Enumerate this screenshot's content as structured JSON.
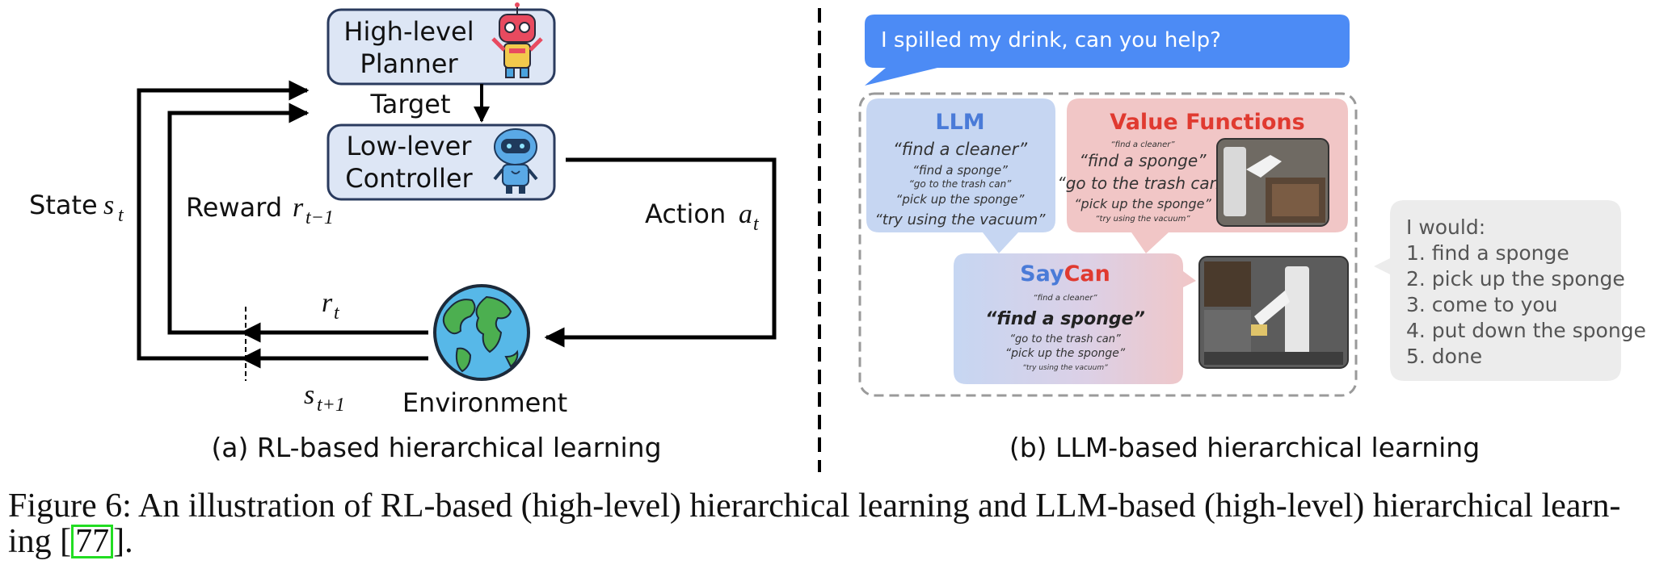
{
  "panel_a": {
    "planner_line1": "High-level",
    "planner_line2": "Planner",
    "target_label": "Target",
    "controller_line1": "Low-lever",
    "controller_line2": "Controller",
    "state_label": "State",
    "state_symbol": "s",
    "state_sub": "t",
    "reward_label": "Reward",
    "reward_symbol": "r",
    "reward_sub": "t−1",
    "action_label": "Action",
    "action_symbol": "a",
    "action_sub": "t",
    "r_symbol": "r",
    "r_sub": "t",
    "s_symbol": "s",
    "s_sub": "t+1",
    "environment_label": "Environment",
    "caption": "(a) RL-based hierarchical learning"
  },
  "panel_b": {
    "user_message": "I spilled my drink, can you help?",
    "llm": {
      "title": "LLM",
      "lines": [
        "“find a cleaner”",
        "“find a sponge”",
        "“go to the trash can”",
        "“pick up the sponge”",
        "“try using the vacuum”"
      ]
    },
    "value_functions": {
      "title": "Value Functions",
      "lines": [
        "“find a cleaner”",
        "“find a sponge”",
        "“go to the trash can”",
        "“pick up the sponge”",
        "“try using the vacuum”"
      ]
    },
    "saycan": {
      "title_say": "Say",
      "title_can": "Can",
      "lines": [
        "“find a cleaner”",
        "“find a sponge”",
        "“go to the trash can”",
        "“pick up the sponge”",
        "“try using the vacuum”"
      ]
    },
    "response": {
      "intro": "I would:",
      "steps": [
        "1. find a sponge",
        "2. pick up the sponge",
        "3. come to you",
        "4. put down the sponge",
        "5. done"
      ]
    },
    "caption": "(b) LLM-based hierarchical learning"
  },
  "figure_caption": {
    "text": "Figure 6: An illustration of RL-based (high-level) hierarchical learning and LLM-based (high-level) hierarchical learn-ing [",
    "citation": "77",
    "suffix": "]."
  },
  "colors": {
    "box_fill": "#dde6f5",
    "box_stroke": "#2a3b5e",
    "llm_blue": "#c6d6f2",
    "llm_title": "#4a7bd8",
    "value_pink": "#f1c6c6",
    "value_title": "#e03a30",
    "user_bubble": "#4c8bf5",
    "response_gray": "#ececec",
    "citation_border": "#22dd22"
  },
  "icons": [
    "robot-planner-icon",
    "robot-controller-icon",
    "earth-globe-icon",
    "robot-photo"
  ]
}
